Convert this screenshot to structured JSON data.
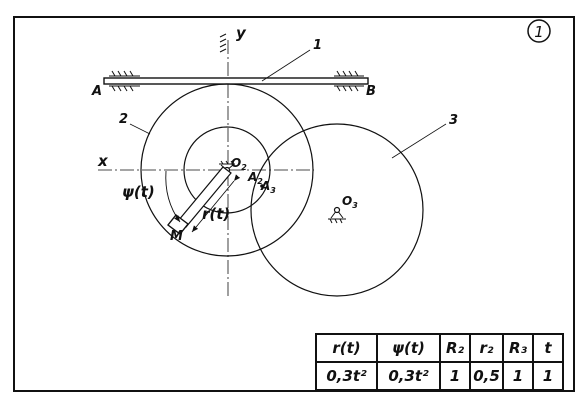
{
  "sheet_number": "1",
  "axes": {
    "y": "y",
    "x": "x"
  },
  "parts": {
    "rail": "1",
    "wheel_2": "2",
    "wheel_3": "3"
  },
  "points": {
    "A": "A",
    "B": "B",
    "O2": "O",
    "O2_sub": "2",
    "O3": "O",
    "O3_sub": "3",
    "A2": "A",
    "A2_sub": "2",
    "A3": "A",
    "A3_sub": "3",
    "M": "M"
  },
  "annotations": {
    "psi": "ψ(t)",
    "r": "r(t)"
  },
  "table": {
    "headers": [
      "r(t)",
      "ψ(t)",
      "R₂",
      "r₂",
      "R₃",
      "t"
    ],
    "values": [
      "0,3t²",
      "0,3t²",
      "1",
      "0,5",
      "1",
      "1"
    ]
  }
}
